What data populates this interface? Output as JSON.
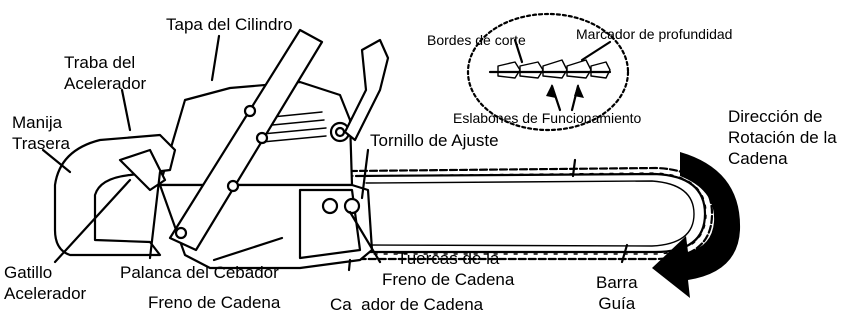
{
  "colors": {
    "ink": "#000000",
    "background": "#ffffff"
  },
  "labels": {
    "tapa_cilindro": "Tapa del Cilindro",
    "traba_acelerador": [
      "Traba del",
      "Acelerador"
    ],
    "manija_trasera": [
      "Manija",
      "Trasera"
    ],
    "gatillo_acelerador": [
      "Gatillo",
      "Acelerador"
    ],
    "palanca_cebador": "Palanca del Cebador",
    "freno_cadena": "Freno de Cadena",
    "captador_cadena": "Ca  ador de Cadena",
    "tuercas_freno": [
      "Tuercas de la",
      "Freno de Cadena"
    ],
    "tornillo_ajuste": "Tornillo de Ajuste",
    "barra_guia": [
      "Barra",
      "Guía"
    ],
    "direccion_rotacion": [
      "Dirección de",
      "Rotación de la",
      "Cadena"
    ],
    "bordes_corte": "Bordes de corte",
    "marcador_profundidad": "Marcador de profundidad",
    "eslabones_funcionamiento": "Eslabones de Funcionamiento"
  }
}
